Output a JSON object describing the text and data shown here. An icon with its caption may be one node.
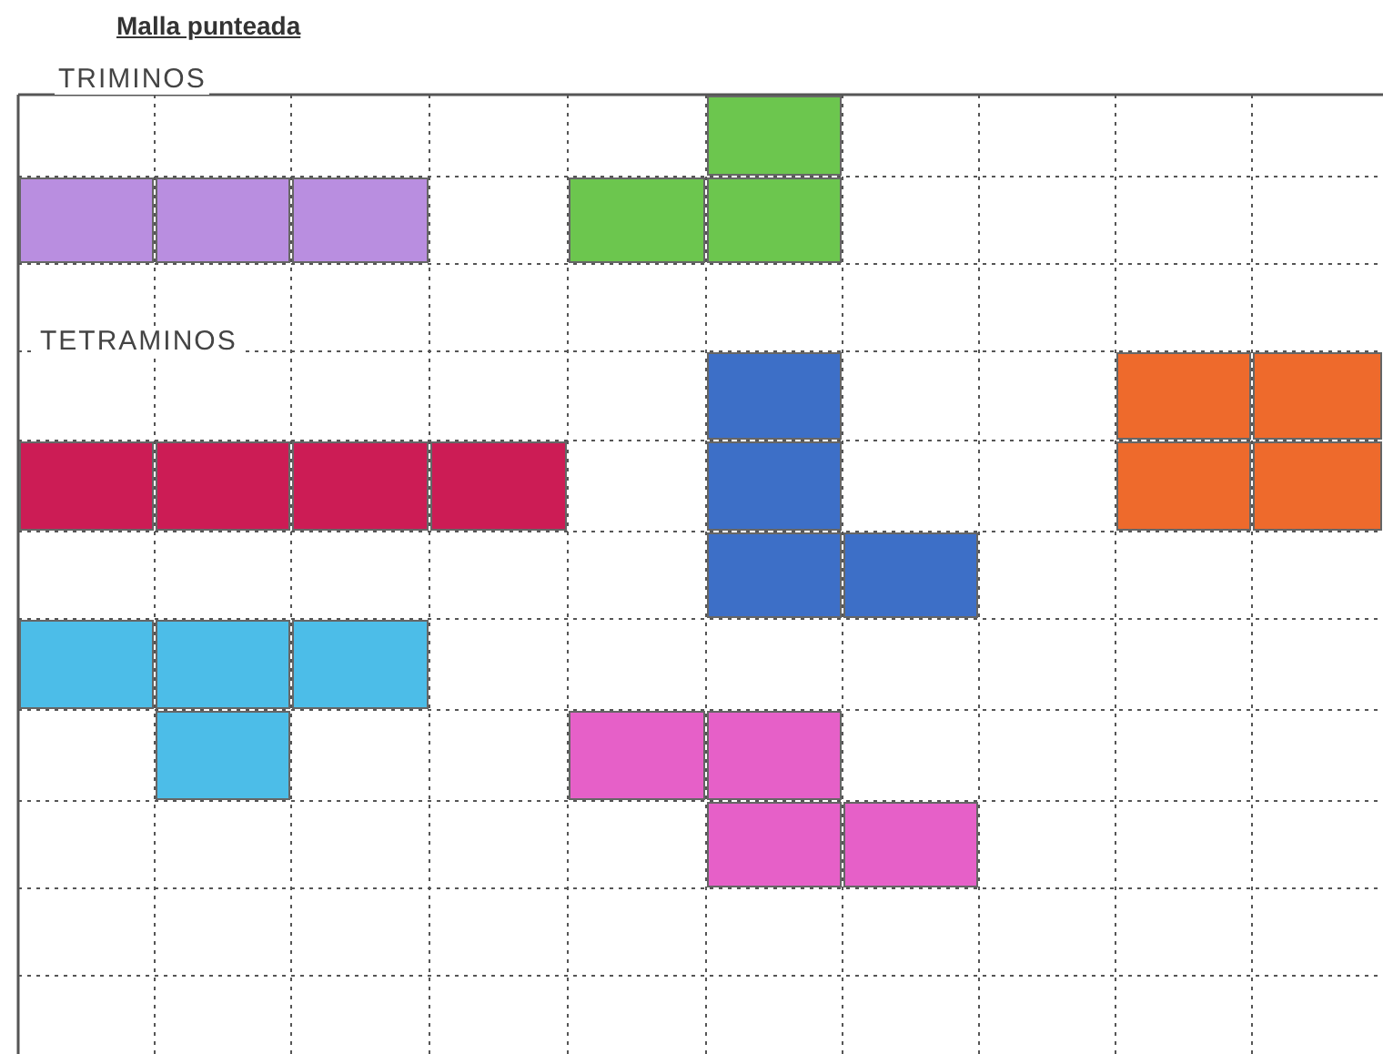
{
  "diagram": {
    "title": "Malla punteada",
    "labels": [
      "TRIMINOS",
      "TETRAMINOS"
    ]
  }
}
